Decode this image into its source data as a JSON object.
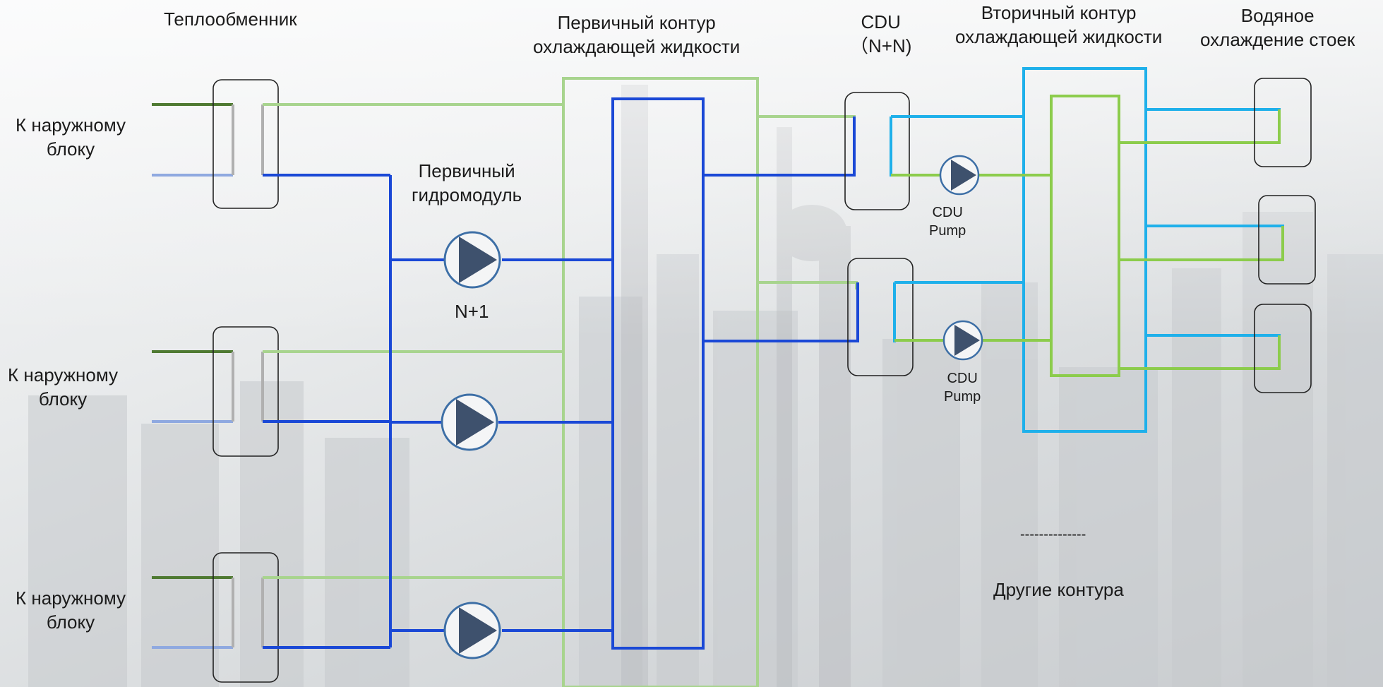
{
  "labels": {
    "heat_exchanger": "Теплообменник",
    "primary_loop_line1": "Первичный контур",
    "primary_loop_line2": "охлаждающей жидкости",
    "cdu_line1": "CDU",
    "cdu_line2": "（N+N)",
    "secondary_loop_line1": "Вторичный контур",
    "secondary_loop_line2": "охлаждающей жидкости",
    "rack_cooling_line1": "Водяное",
    "rack_cooling_line2": "охлаждение стоек",
    "outdoor_unit_line1": "К наружному",
    "outdoor_unit_line2": "блоку",
    "primary_hydromodule_line1": "Первичный",
    "primary_hydromodule_line2": "гидромодуль",
    "redundancy": "N+1",
    "cdu_pump_line1": "CDU",
    "cdu_pump_line2": "Pump",
    "dashes": "--------------",
    "other_loops": "Другие контура"
  },
  "colors": {
    "primary_supply_blue": "#1a48d6",
    "primary_return_green": "#a8d48e",
    "secondary_cyan": "#1fb0ea",
    "secondary_green": "#8ccc4c",
    "outdoor_dark_green": "#4f7a32",
    "outdoor_light_blue": "#8fa9e0",
    "pump_fill": "#3e516d",
    "pump_ring": "#3d6fa6"
  }
}
